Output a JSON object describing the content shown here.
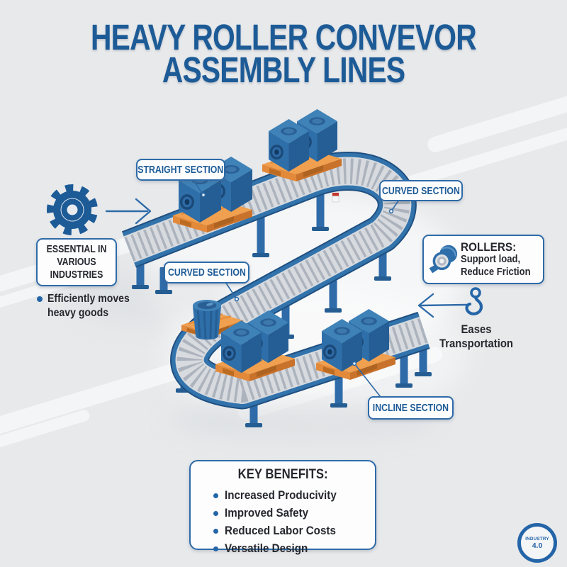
{
  "title": {
    "line1": "HEAVY ROLLER CONVEVOR",
    "line2": "ASSEMBLY LINES"
  },
  "section_labels": {
    "straight": "STRAIGHT SECTION",
    "curved_top": "CURVED SECTION",
    "curved_mid": "CURVED SECTION",
    "incline": "INCLINE SECTION"
  },
  "left_panel": {
    "heading": "ESSENTIAL IN VARIOUS INDUSTRIES",
    "bullet": "Efficiently moves heavy goods"
  },
  "rollers_box": {
    "title": "ROLLERS:",
    "line1": "Support load,",
    "line2": "Reduce Friction"
  },
  "transport_note": "Eases Transportation",
  "benefits": {
    "heading": "KEY BENEFITS:",
    "items": [
      "Increased Producivity",
      "Improved Safety",
      "Reduced Labor Costs",
      "Versatile Design"
    ]
  },
  "badge": {
    "line1": "INDUSTRY",
    "line2": "4.0"
  },
  "icons": {
    "gear": "gear-icon",
    "roller": "roller-icon",
    "hook": "hook-icon",
    "arrow_right": "arrow-right-icon",
    "arrow_left": "arrow-left-icon"
  },
  "colors": {
    "title_blue": "#1d5b97",
    "accent_blue": "#2e6ba8",
    "rail_dark": "#1f4f80",
    "bed_gray": "#d7dade",
    "roller_gray": "#acb3bd",
    "machine_blue": "#2f6fa9",
    "pallet_orange": "#f0a04e",
    "text_dark": "#26282e",
    "background": "#e7e9eb"
  }
}
